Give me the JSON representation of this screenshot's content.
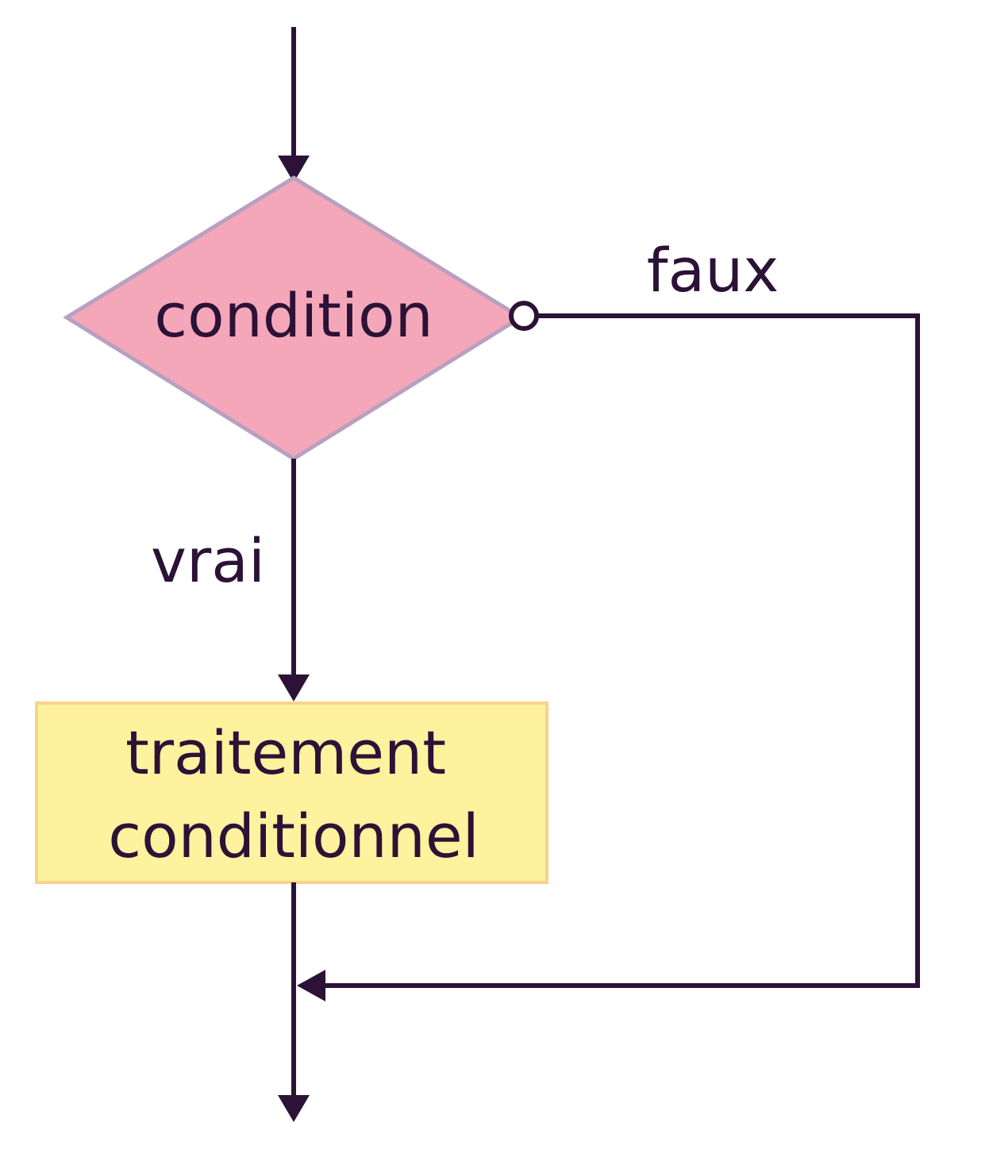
{
  "diagram": {
    "nodes": {
      "decision": {
        "label": "condition",
        "shape": "diamond",
        "fill": "#f4a7b9",
        "stroke": "#b8a0c0"
      },
      "process": {
        "label_line1": "traitement",
        "label_line2": "conditionnel",
        "shape": "rectangle",
        "fill": "#fff29e",
        "stroke": "#f8d38e"
      }
    },
    "edges": {
      "true_label": "vrai",
      "false_label": "faux"
    },
    "colors": {
      "line": "#2b1236",
      "text": "#2b1236",
      "background": "#ffffff"
    }
  }
}
